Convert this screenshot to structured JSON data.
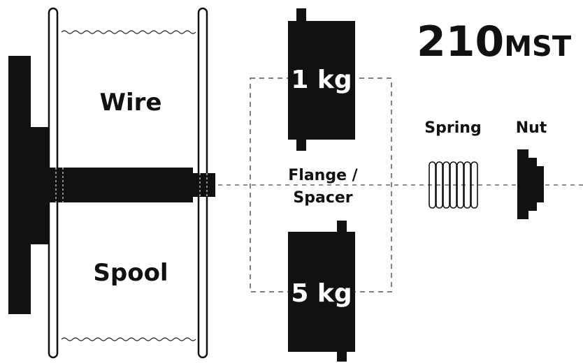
{
  "title": {
    "main": "210",
    "suffix": "MST"
  },
  "labels": {
    "wire": "Wire",
    "spool": "Spool",
    "flange_line1": "Flange /",
    "flange_line2": "Spacer",
    "spring": "Spring",
    "nut": "Nut",
    "weight_top": "1 kg",
    "weight_bottom": "5 kg"
  },
  "colors": {
    "ink": "#111111",
    "background": "#ffffff",
    "dashed": "#555555"
  }
}
